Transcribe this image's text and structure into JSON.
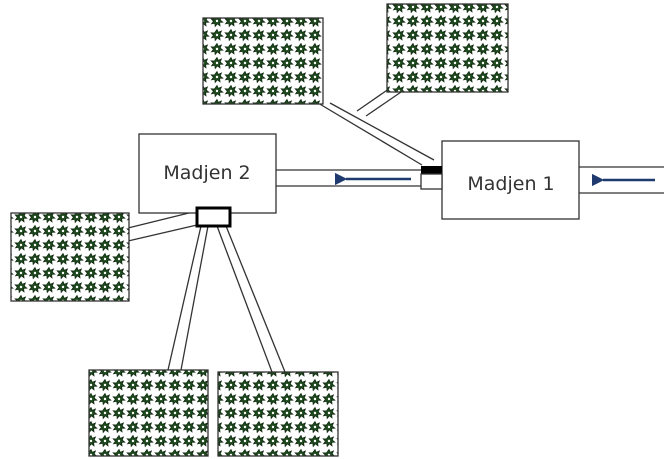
{
  "diagram": {
    "nodes": [
      {
        "id": "madjen-1",
        "label": "Madjen 1"
      },
      {
        "id": "madjen-2",
        "label": "Madjen 2"
      }
    ],
    "fields": [
      {
        "id": "field-top-left",
        "connected_to": "madjen-1"
      },
      {
        "id": "field-top-right",
        "connected_to": "madjen-1"
      },
      {
        "id": "field-left",
        "connected_to": "madjen-2"
      },
      {
        "id": "field-bottom-left",
        "connected_to": "madjen-2"
      },
      {
        "id": "field-bottom-right",
        "connected_to": "madjen-2"
      }
    ],
    "flows": [
      {
        "id": "inflow-arrow",
        "direction": "right-to-left",
        "into": "madjen-1"
      },
      {
        "id": "transfer-arrow",
        "direction": "right-to-left",
        "from": "madjen-1",
        "to": "madjen-2"
      }
    ],
    "colors": {
      "plant": "#1e4a1e",
      "plant_dark": "#0f2a10",
      "arrow": "#1f3a6e",
      "outline": "#333333",
      "junction": "#000000"
    }
  }
}
